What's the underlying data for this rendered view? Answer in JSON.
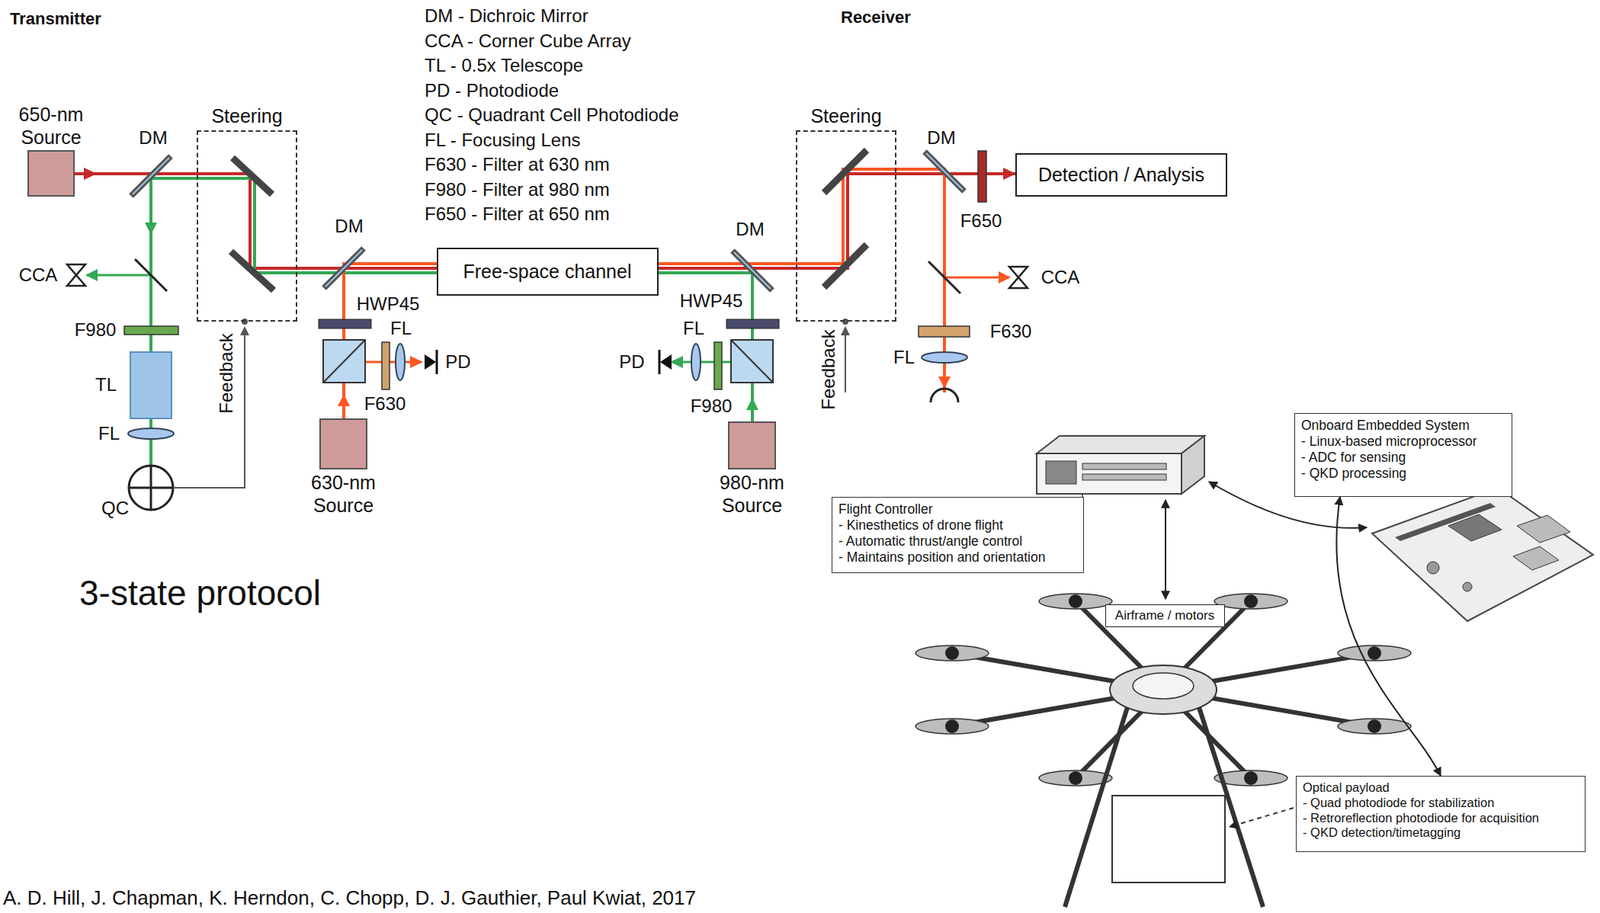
{
  "diagram": {
    "title": "3-state protocol",
    "caption": "A. D. Hill, J. Chapman, K. Herndon, C. Chopp, D. J. Gauthier, Paul Kwiat, 2017",
    "nodes": [
      {
        "text": [
          "650-nm Source"
        ]
      },
      {
        "text": [
          "Steering"
        ]
      },
      {
        "text": [
          "630-nm Source"
        ]
      },
      {
        "text": [
          "Free-space channel"
        ]
      },
      {
        "text": [
          "980-nm Source"
        ]
      },
      {
        "text": [
          "Steering"
        ]
      },
      {
        "text": [
          "Detection / Analysis"
        ]
      },
      {
        "text": [
          "Onboard Embedded System",
          "- Linux-based microprocessor",
          "- ADC for sensing",
          "- QKD processing"
        ]
      },
      {
        "text": [
          "Flight Controller",
          "- Kinesthetics of drone flight",
          "- Automatic thrust/angle control",
          "- Maintains position and orientation"
        ]
      },
      {
        "text": [
          "Airframe / motors"
        ]
      },
      {
        "text": [
          "Optical payload",
          "- Quad photodiode for stabilization",
          "- Retroreflection photodiode for acquisition",
          "- QKD detection/timetagging"
        ]
      }
    ],
    "edges": [
      {
        "from": 7,
        "to": 10,
        "arrow": "both"
      }
    ],
    "labels": [
      "Transmitter",
      "DM - Dichroic Mirror",
      "CCA - Corner Cube Array",
      "TL - 0.5x Telescope",
      "PD - Photodiode",
      "QC - Quadrant Cell Photodiode",
      "FL - Focusing Lens",
      "F630 - Filter at 630 nm",
      "F980 - Filter at 980 nm",
      "F650 - Filter at 650 nm",
      "Receiver",
      "DM",
      "CCA",
      "F980",
      "TL",
      "FL",
      "QC",
      "Feedback",
      "DM",
      "HWP45",
      "FL",
      "PD",
      "F630",
      "DM",
      "HWP45",
      "FL",
      "PD",
      "F980",
      "Feedback",
      "DM",
      "F650",
      "CCA",
      "F630",
      "FL"
    ]
  }
}
